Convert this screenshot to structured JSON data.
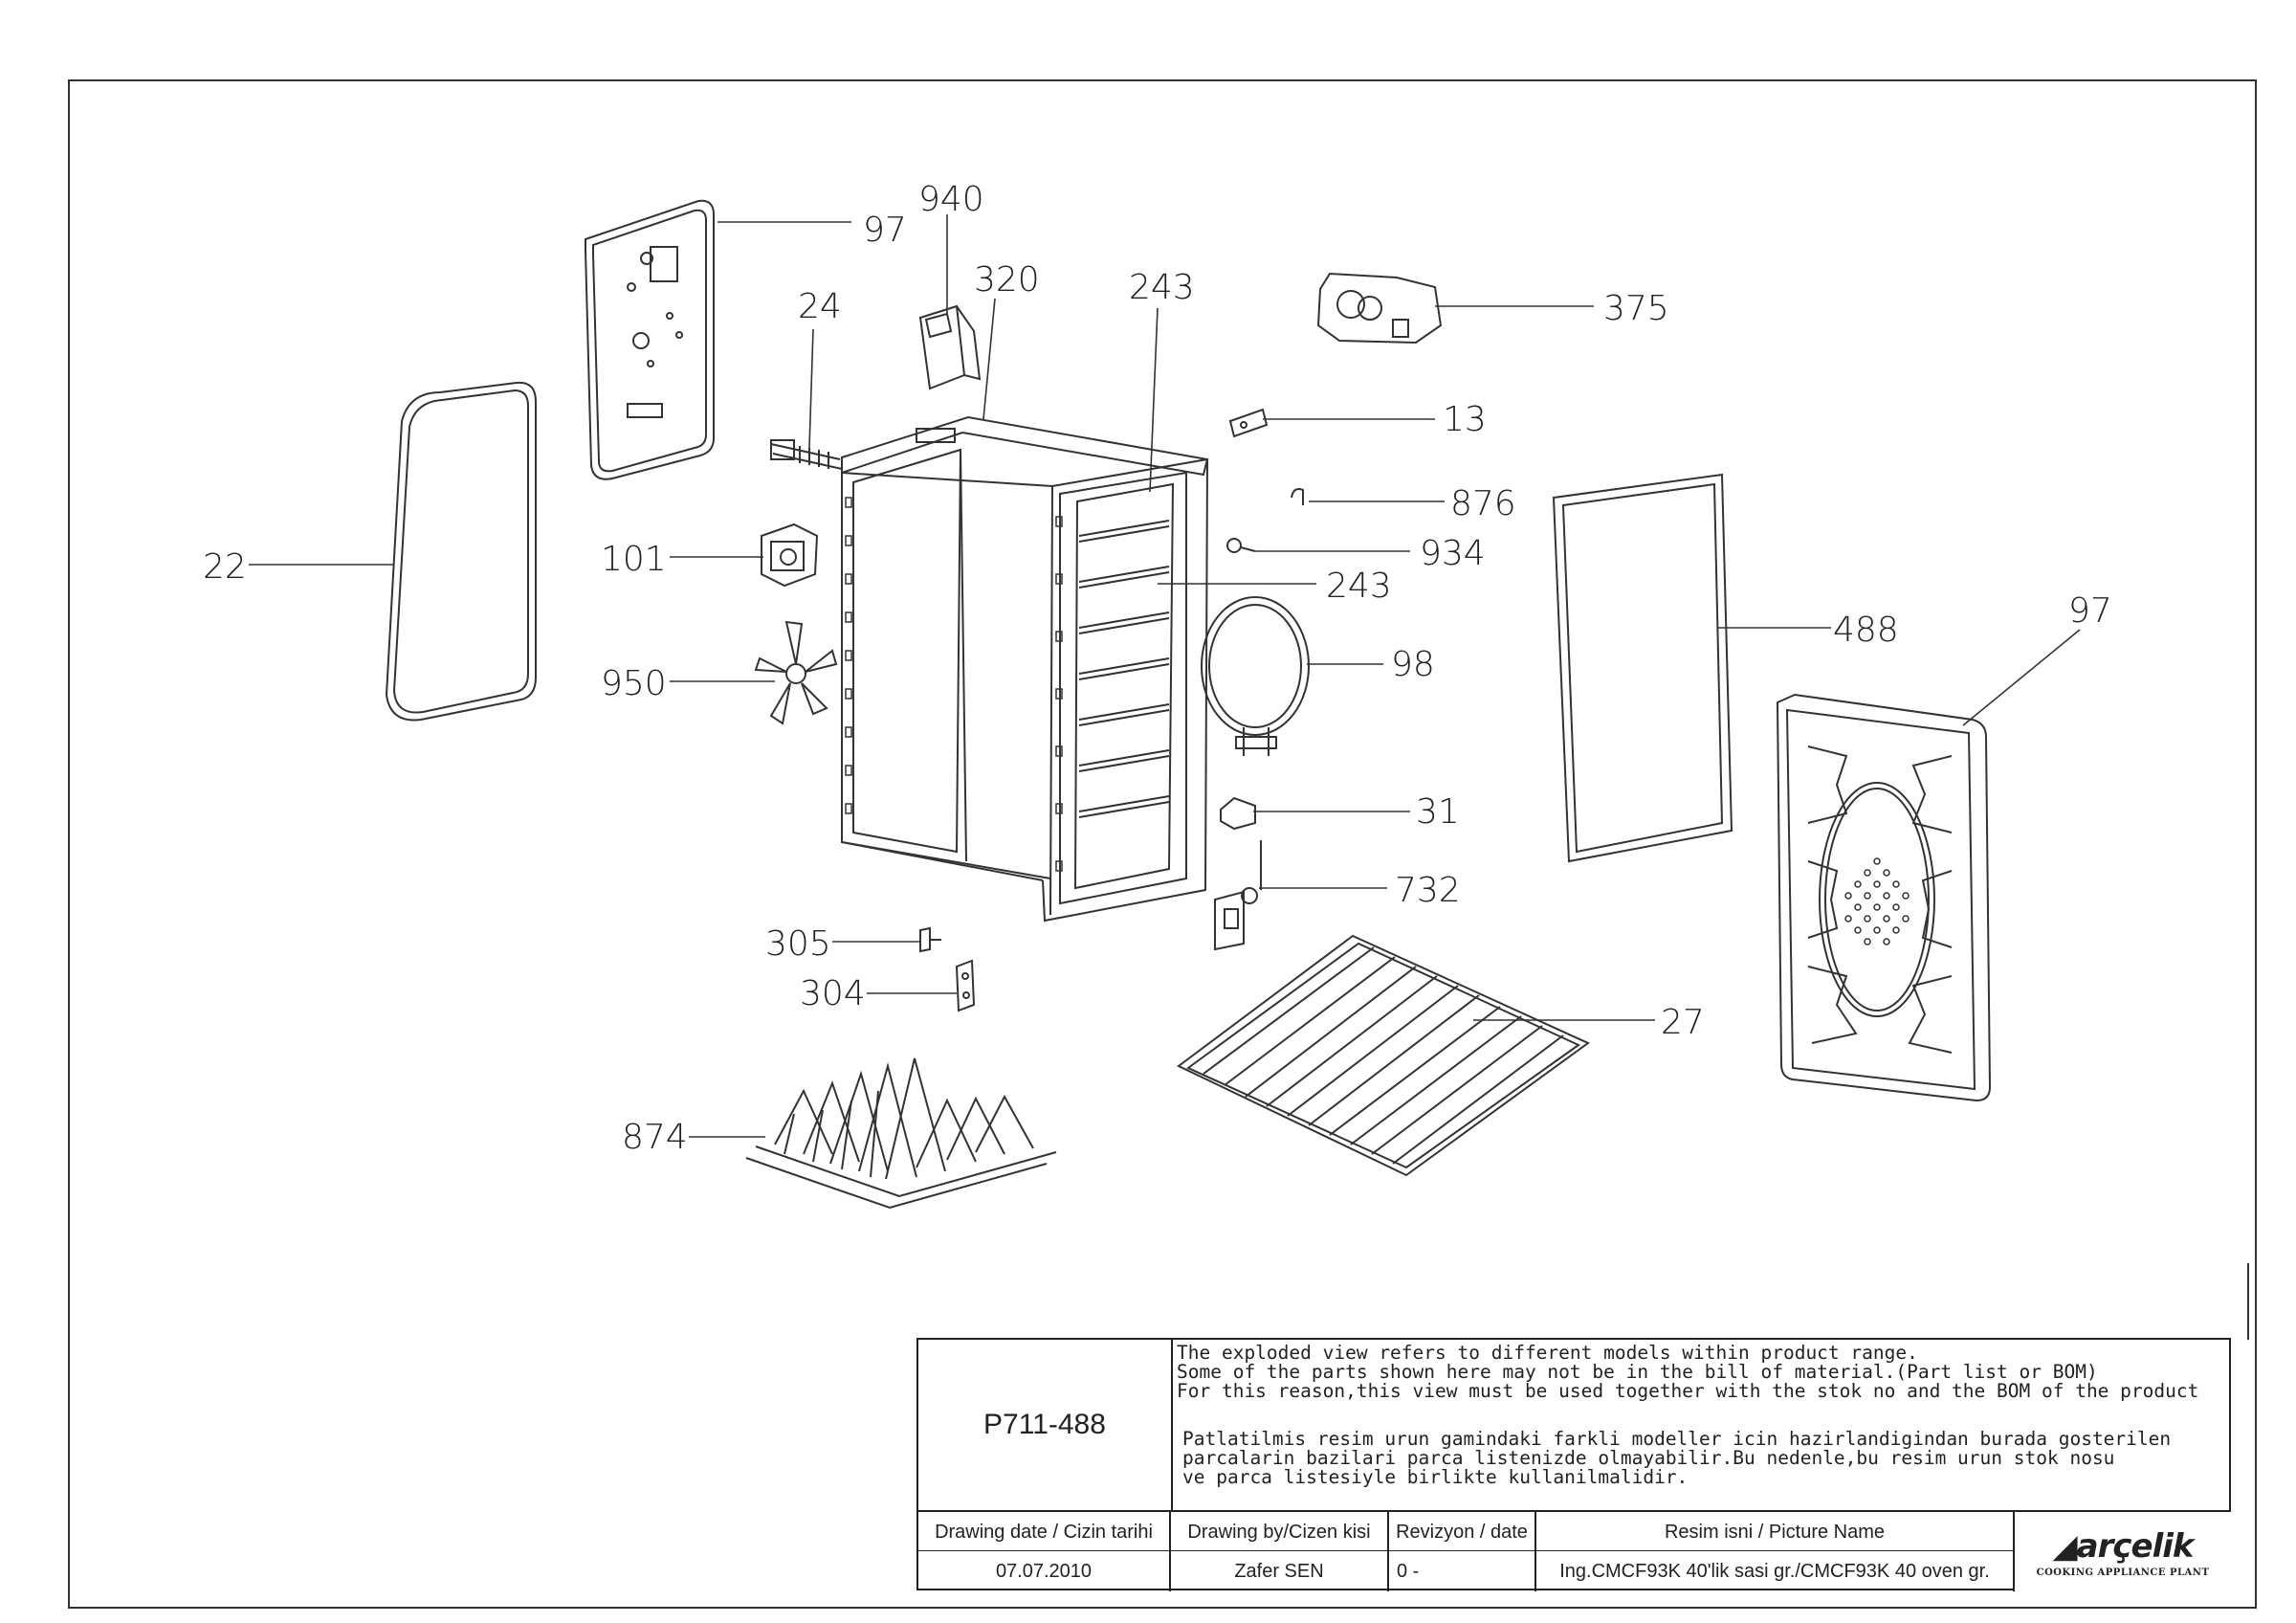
{
  "labels": {
    "l22": "22",
    "l97a": "97",
    "l940": "940",
    "l320": "320",
    "l24": "24",
    "l243a": "243",
    "l375": "375",
    "l13": "13",
    "l876": "876",
    "l934": "934",
    "l243b": "243",
    "l101": "101",
    "l950": "950",
    "l98": "98",
    "l488": "488",
    "l97b": "97",
    "l31": "31",
    "l732": "732",
    "l305": "305",
    "l304": "304",
    "l27": "27",
    "l874": "874"
  },
  "title_block": {
    "drawing_code": "P711-488",
    "note_en_1": "The exploded view refers to different models within product range.",
    "note_en_2": "Some of the parts shown here may not be in the bill of material.(Part list or BOM)",
    "note_en_3": "For this reason,this view must be used together with the stok no and the BOM of the product",
    "note_tr_1": "Patlatilmis resim urun gamindaki farkli modeller icin hazirlandigindan burada gosterilen",
    "note_tr_2": "parcalarin bazilari parca listenizde olmayabilir.Bu nedenle,bu resim urun stok nosu",
    "note_tr_3": "ve parca listesiyle birlikte kullanilmalidir.",
    "h_date": "Drawing date / Cizin tarihi",
    "h_by": "Drawing by/Cizen kisi",
    "h_rev": "Revizyon / date",
    "h_name": "Resim isni / Picture Name",
    "date": "07.07.2010",
    "by": "Zafer SEN",
    "rev": "0 -",
    "name": "Ing.CMCF93K 40'lik sasi gr./CMCF93K 40 oven gr.",
    "brand": "arçelik",
    "plant": "COOKING APPLIANCE PLANT"
  }
}
